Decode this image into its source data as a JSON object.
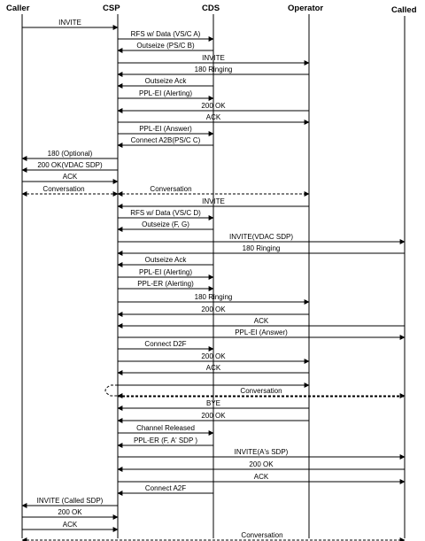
{
  "participants": [
    {
      "id": "caller",
      "name": "Caller"
    },
    {
      "id": "csp",
      "name": "CSP"
    },
    {
      "id": "cds",
      "name": "CDS"
    },
    {
      "id": "operator",
      "name": "Operator"
    },
    {
      "id": "called",
      "name": "Called"
    }
  ],
  "messages": [
    {
      "from": "caller",
      "to": "csp",
      "label": "INVITE"
    },
    {
      "from": "csp",
      "to": "cds",
      "label": "RFS w/ Data (VS/C A)"
    },
    {
      "from": "cds",
      "to": "csp",
      "label": "Outseize (PS/C B)"
    },
    {
      "from": "csp",
      "to": "operator",
      "label": "INVITE"
    },
    {
      "from": "operator",
      "to": "csp",
      "label": "180 Ringing"
    },
    {
      "from": "cds",
      "to": "csp",
      "label": "Outseize Ack"
    },
    {
      "from": "csp",
      "to": "cds",
      "label": "PPL-EI (Alerting)"
    },
    {
      "from": "operator",
      "to": "csp",
      "label": "200 OK"
    },
    {
      "from": "csp",
      "to": "operator",
      "label": "ACK"
    },
    {
      "from": "csp",
      "to": "cds",
      "label": "PPL-EI (Answer)"
    },
    {
      "from": "cds",
      "to": "csp",
      "label": "Connect A2B(PS/C C)"
    },
    {
      "from": "csp",
      "to": "caller",
      "label": "180 (Optional)"
    },
    {
      "from": "csp",
      "to": "caller",
      "label": "200 OK(VDAC SDP)"
    },
    {
      "from": "caller",
      "to": "csp",
      "label": "ACK"
    },
    {
      "from": "caller",
      "to": "csp",
      "label": "Conversation",
      "dashed": true,
      "both": true
    },
    {
      "from": "csp",
      "to": "operator",
      "label": "Conversation",
      "dashed": true,
      "both": true
    },
    {
      "from": "operator",
      "to": "csp",
      "label": "INVITE"
    },
    {
      "from": "csp",
      "to": "cds",
      "label": "RFS w/ Data (VS/C D)"
    },
    {
      "from": "cds",
      "to": "csp",
      "label": "Outseize (F, G)"
    },
    {
      "from": "csp",
      "to": "called",
      "label": "INVITE(VDAC SDP)"
    },
    {
      "from": "called",
      "to": "csp",
      "label": "180 Ringing"
    },
    {
      "from": "cds",
      "to": "csp",
      "label": "Outseize Ack"
    },
    {
      "from": "csp",
      "to": "cds",
      "label": "PPL-EI (Alerting)"
    },
    {
      "from": "csp",
      "to": "cds",
      "label": "PPL-ER (Alerting)"
    },
    {
      "from": "csp",
      "to": "operator",
      "label": "180 Ringing"
    },
    {
      "from": "operator",
      "to": "csp",
      "label": "200 OK"
    },
    {
      "from": "called",
      "to": "csp",
      "label": "ACK"
    },
    {
      "from": "csp",
      "to": "called",
      "label": "PPL-EI (Answer)"
    },
    {
      "from": "csp",
      "to": "cds",
      "label": "Connect D2F"
    },
    {
      "from": "csp",
      "to": "operator",
      "label": "200 OK"
    },
    {
      "from": "operator",
      "to": "csp",
      "label": "ACK"
    },
    {
      "from": "csp",
      "to": "operator",
      "label": ""
    },
    {
      "from": "csp",
      "to": "called",
      "label": "Conversation",
      "dashed": true,
      "both": true,
      "loop": true
    },
    {
      "from": "operator",
      "to": "csp",
      "label": "BYE"
    },
    {
      "from": "operator",
      "to": "csp",
      "label": "200 OK"
    },
    {
      "from": "csp",
      "to": "cds",
      "label": "Channel Released"
    },
    {
      "from": "cds",
      "to": "csp",
      "label": "PPL-ER (F, A' SDP )"
    },
    {
      "from": "csp",
      "to": "called",
      "label": "INVITE(A's SDP)"
    },
    {
      "from": "called",
      "to": "csp",
      "label": "200 OK"
    },
    {
      "from": "csp",
      "to": "called",
      "label": "ACK"
    },
    {
      "from": "cds",
      "to": "csp",
      "label": "Connect A2F"
    },
    {
      "from": "csp",
      "to": "caller",
      "label": "INVITE (Called SDP)"
    },
    {
      "from": "caller",
      "to": "csp",
      "label": "200 OK"
    },
    {
      "from": "caller",
      "to": "csp",
      "label": "ACK"
    },
    {
      "from": "caller",
      "to": "called",
      "label": "Conversation",
      "dashed": true,
      "both": true
    }
  ]
}
